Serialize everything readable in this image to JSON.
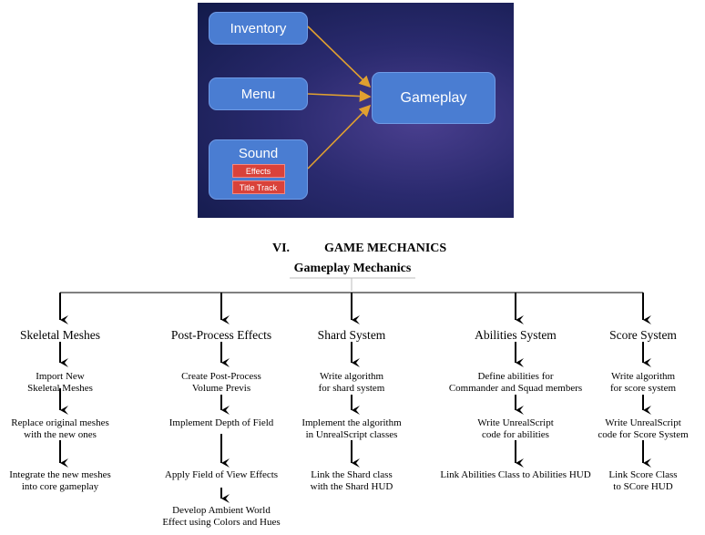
{
  "flow": {
    "inputs": [
      {
        "label": "Inventory"
      },
      {
        "label": "Menu"
      },
      {
        "label": "Sound",
        "tags": [
          "Effects",
          "Title Track"
        ]
      }
    ],
    "target": "Gameplay",
    "colors": {
      "box": "#4a7dd2",
      "tag": "#d9423a",
      "arrow": "#e0a030"
    }
  },
  "section": {
    "number": "VI.",
    "title": "GAME MECHANICS"
  },
  "tree": {
    "root": "Gameplay Mechanics",
    "columns": [
      {
        "title": "Skeletal Meshes",
        "steps": [
          [
            "Import New",
            "Skeletal Meshes"
          ],
          [
            "Replace original meshes",
            "with the new ones"
          ],
          [
            "Integrate the new meshes",
            "into core gameplay"
          ]
        ]
      },
      {
        "title": "Post-Process Effects",
        "steps": [
          [
            "Create Post-Process",
            "Volume Previs"
          ],
          [
            "Implement Depth of Field"
          ],
          [
            "Apply Field of View Effects"
          ],
          [
            "Develop Ambient World",
            "Effect using Colors and Hues"
          ]
        ]
      },
      {
        "title": "Shard System",
        "steps": [
          [
            "Write algorithm",
            "for shard system"
          ],
          [
            "Implement the algorithm",
            "in UnrealScript classes"
          ],
          [
            "Link the Shard class",
            "with the Shard HUD"
          ]
        ]
      },
      {
        "title": "Abilities System",
        "steps": [
          [
            "Define abilities for",
            "Commander and Squad members"
          ],
          [
            "Write UnrealScript",
            "code for abilities"
          ],
          [
            "Link Abilities Class to Abilities HUD"
          ]
        ]
      },
      {
        "title": "Score System",
        "steps": [
          [
            "Write algorithm",
            "for score system"
          ],
          [
            "Write UnrealScript",
            "code for Score System"
          ],
          [
            "Link Score Class",
            "to SCore HUD"
          ]
        ]
      }
    ]
  }
}
